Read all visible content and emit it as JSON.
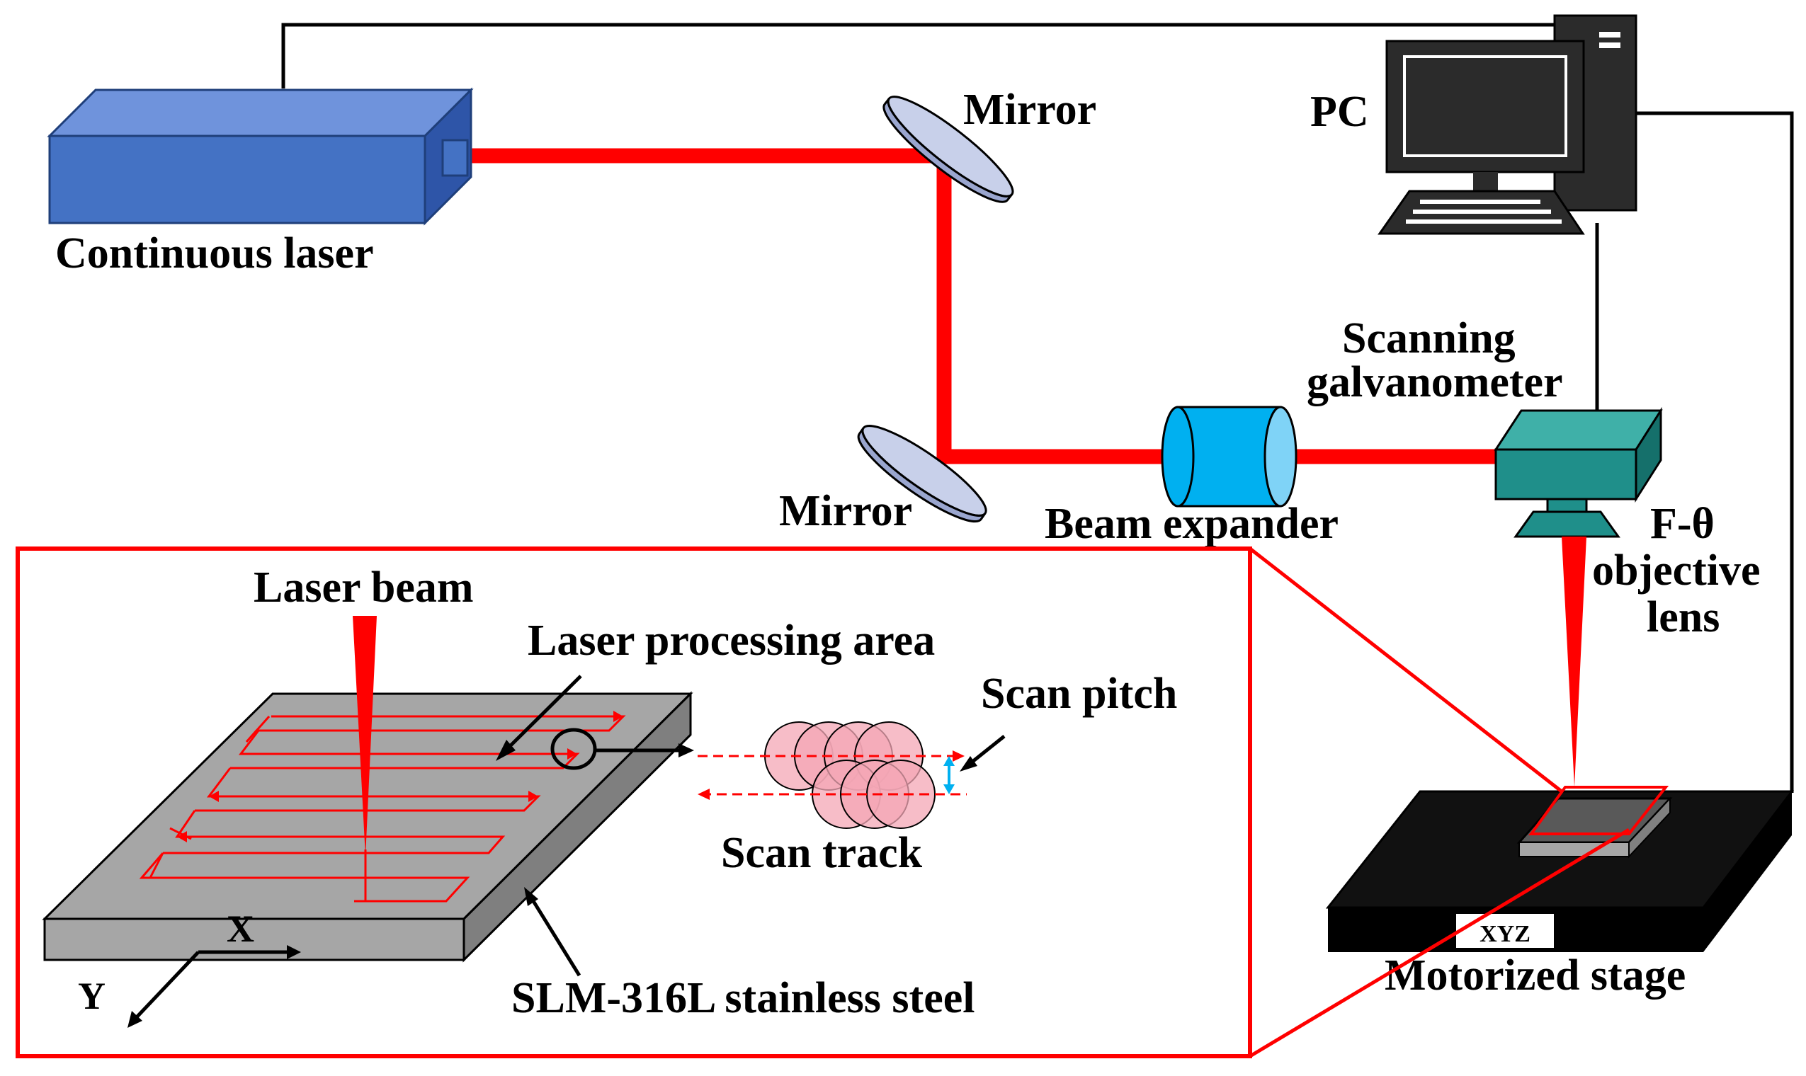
{
  "labels": {
    "continuous_laser": "Continuous laser",
    "mirror_top": "Mirror",
    "mirror_bottom": "Mirror",
    "pc": "PC",
    "scanning_line1": "Scanning",
    "scanning_line2": "galvanometer",
    "beam_expander": "Beam expander",
    "f_theta_line1": "F-θ",
    "f_theta_line2": "objective",
    "f_theta_line3": "lens",
    "motorized_stage": "Motorized stage",
    "xyz": "XYZ",
    "laser_beam": "Laser beam",
    "laser_processing_area": "Laser processing area",
    "scan_pitch": "Scan pitch",
    "scan_track": "Scan track",
    "material": "SLM-316L stainless steel",
    "axis_x": "X",
    "axis_y": "Y"
  },
  "colors": {
    "beam": "#ff0000",
    "laser_body": "#4472c4",
    "mirror": "#c8d0ea",
    "expander": "#00b0f0",
    "galvo": "#1f8f8a",
    "stage": "#000000",
    "plate": "#a6a6a6",
    "spot": "#f4a7b5",
    "pitch_arrow": "#00b0f0"
  }
}
